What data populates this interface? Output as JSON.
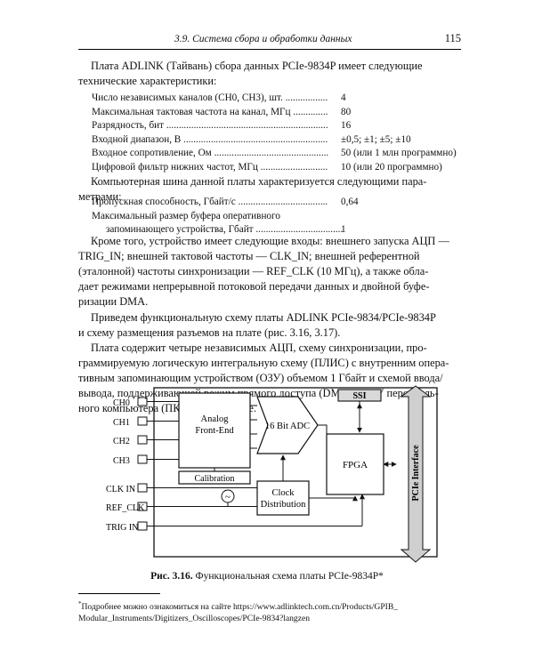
{
  "header": {
    "section": "3.9. Система сбора и обработки данных",
    "page_number": "115"
  },
  "intro": {
    "lines": [
      "Плата ADLINK (Тайвань) сбора данных PCIe-9834P имеет следующие",
      "технические характеристики:"
    ]
  },
  "specs": [
    {
      "label": "Число независимых каналов (CH0, CH3), шт.",
      "value": "4"
    },
    {
      "label": "Максимальная тактовая частота на канал, МГц",
      "value": "80"
    },
    {
      "label": "Разрядность, бит",
      "value": "16"
    },
    {
      "label": "Входной диапазон, В",
      "value": "±0,5; ±1; ±5; ±10"
    },
    {
      "label": "Входное сопротивление, Ом",
      "value": "50 (или 1 млн программно)"
    },
    {
      "label": "Цифровой фильтр нижних частот, МГц",
      "value": "10 (или 20 программно)"
    }
  ],
  "bus_intro": {
    "lines": [
      "Компьютерная шина данной платы характеризуется следующими пара-",
      "метрами:"
    ]
  },
  "bus_specs": {
    "throughput_label": "Пропускная способность, Гбайт/с",
    "throughput_value": "0,64",
    "buffer_label_line1": "Максимальный размер буфера оперативного",
    "buffer_label_line2": "запоминающего устройства, Гбайт",
    "buffer_value": "1"
  },
  "paragraph_inputs": {
    "lines": [
      "Кроме того, устройство имеет следующие входы: внешнего запуска АЦП —",
      "TRIG_IN; внешней тактовой частоты — CLK_IN; внешней референтной",
      "(эталонной) частоты синхронизации — REF_CLK (10 МГц), а также обла-",
      "дает режимами непрерывной потоковой передачи данных и двойной буфе-",
      "ризации DMA."
    ]
  },
  "paragraph_ref": {
    "lines": [
      "Приведем функциональную схему платы ADLINK PCIe-9834/PCIe-9834P",
      "и схему размещения разъемов на плате (рис. 3.16, 3.17)."
    ]
  },
  "paragraph_desc": {
    "lines": [
      "Плата содержит четыре независимых АЦП, схему синхронизации, про-",
      "граммируемую логическую интегральную схему (ПЛИС) с внутренним опера-",
      "тивным запоминающим устройством (ОЗУ) объемом 1 Гбайт и схемой ввода/",
      "вывода, поддерживающей режим прямого доступа (DMA) к ОЗУ персональ-",
      "ного компьютера (ПК), по шине PCIe."
    ]
  },
  "diagram": {
    "inputs": [
      "CH0",
      "CH1",
      "CH2",
      "CH3",
      "CLK IN",
      "REF_CLK",
      "TRIG IN"
    ],
    "afe_line1": "Analog",
    "afe_line2": "Front-End",
    "calibration": "Calibration",
    "adc": "16 Bit ADC",
    "ssi": "SSI",
    "fpga": "FPGA",
    "clock_line1": "Clock",
    "clock_line2": "Distribution",
    "osc_symbol": "~",
    "bus": "PCIe Interface"
  },
  "caption": {
    "number": "Рис. 3.16.",
    "text": "Функциональная схема платы PCIe-9834P*"
  },
  "footnote": {
    "marker": "*",
    "line1": "Подробнее можно ознакомиться на сайте https://www.adlinktech.com.cn/Products/GPIB_",
    "line2": "Modular_Instruments/Digitizers_Oscilloscopes/PCIe-9834?langzen"
  }
}
